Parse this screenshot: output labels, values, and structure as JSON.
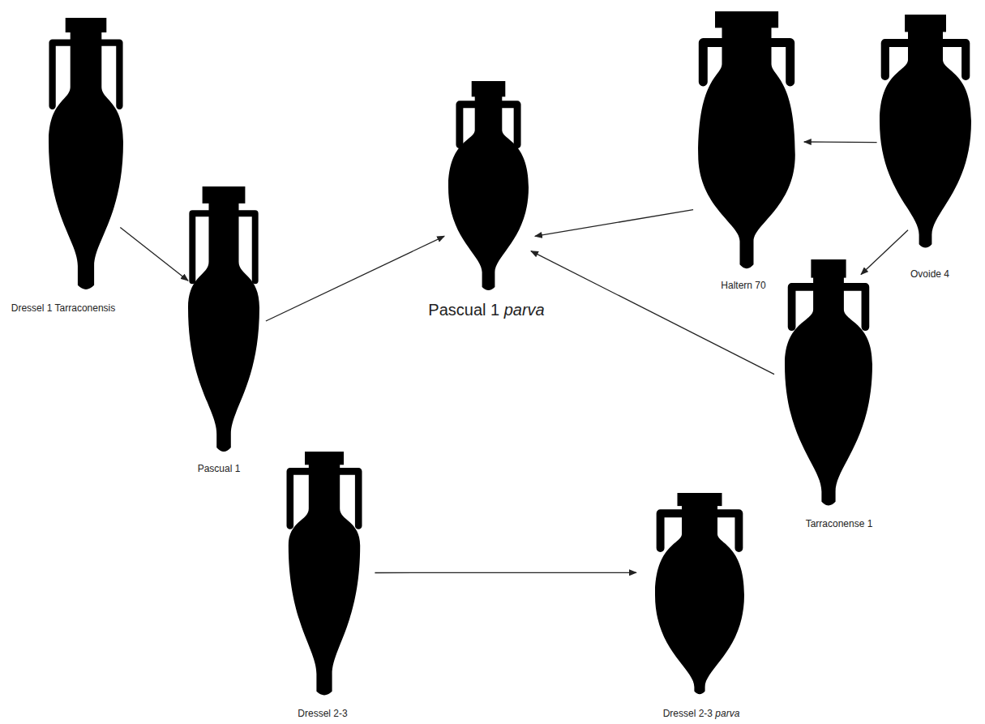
{
  "diagram": {
    "nodes": [
      {
        "text": [
          "Dressel 1 Tarraconensis"
        ]
      },
      {
        "text": [
          "Pascual 1 parva"
        ]
      },
      {
        "text": [
          "Haltern 70"
        ]
      },
      {
        "text": [
          "Ovoide 4"
        ]
      },
      {
        "text": [
          "Pascual 1"
        ]
      },
      {
        "text": [
          "Tarraconense 1"
        ]
      },
      {
        "text": [
          "Dressel 2-3"
        ]
      },
      {
        "text": [
          "Dressel 2-3 parva"
        ]
      }
    ],
    "edges": [
      {
        "from": 0,
        "to": 4,
        "arrow": "to"
      },
      {
        "from": 4,
        "to": 1,
        "arrow": "to"
      },
      {
        "from": 2,
        "to": 1,
        "arrow": "to"
      },
      {
        "from": 5,
        "to": 1,
        "arrow": "to"
      },
      {
        "from": 3,
        "to": 2,
        "arrow": "to"
      },
      {
        "from": 3,
        "to": 5,
        "arrow": "to"
      },
      {
        "from": 6,
        "to": 7,
        "arrow": "to"
      }
    ]
  }
}
